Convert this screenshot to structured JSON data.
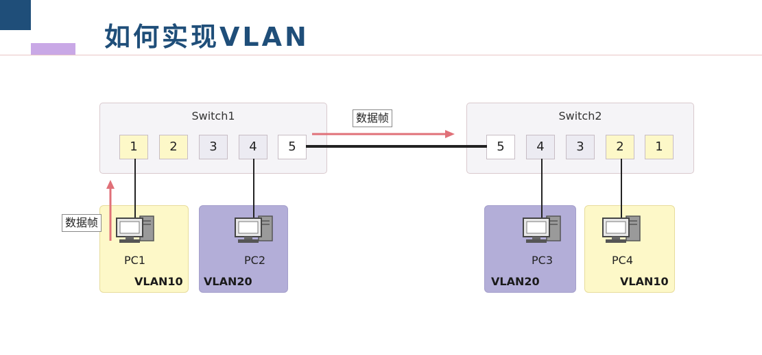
{
  "title": "如何实现VLAN",
  "frame_label": "数据帧",
  "switches": [
    {
      "name": "Switch1",
      "ports": [
        "1",
        "2",
        "3",
        "4",
        "5"
      ]
    },
    {
      "name": "Switch2",
      "ports": [
        "5",
        "4",
        "3",
        "2",
        "1"
      ]
    }
  ],
  "pcs": [
    {
      "name": "PC1",
      "vlan": "VLAN10",
      "color": "#fdf8c8"
    },
    {
      "name": "PC2",
      "vlan": "VLAN20",
      "color": "#b3aed8"
    },
    {
      "name": "PC3",
      "vlan": "VLAN20",
      "color": "#b3aed8"
    },
    {
      "name": "PC4",
      "vlan": "VLAN10",
      "color": "#fdf8c8"
    }
  ],
  "colors": {
    "title": "#1f4e79",
    "arrow": "#e07078",
    "vlan10": "#fdf8c8",
    "vlan20": "#b3aed8"
  }
}
